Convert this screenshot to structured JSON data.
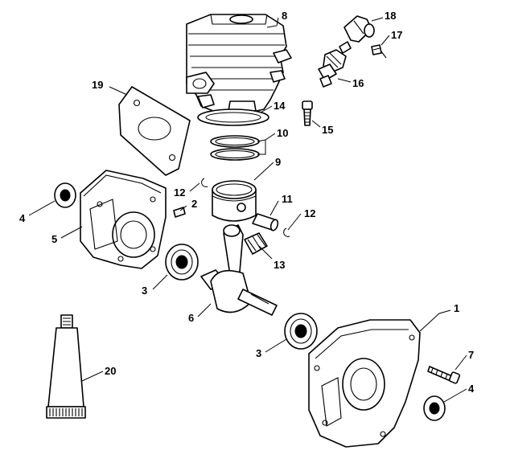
{
  "callouts": [
    {
      "id": "c1",
      "text": "1"
    },
    {
      "id": "c2",
      "text": "2"
    },
    {
      "id": "c3a",
      "text": "3"
    },
    {
      "id": "c3b",
      "text": "3"
    },
    {
      "id": "c4a",
      "text": "4"
    },
    {
      "id": "c4b",
      "text": "4"
    },
    {
      "id": "c5",
      "text": "5"
    },
    {
      "id": "c6",
      "text": "6"
    },
    {
      "id": "c7",
      "text": "7"
    },
    {
      "id": "c8",
      "text": "8"
    },
    {
      "id": "c9",
      "text": "9"
    },
    {
      "id": "c10",
      "text": "10"
    },
    {
      "id": "c11",
      "text": "11"
    },
    {
      "id": "c12a",
      "text": "12"
    },
    {
      "id": "c12b",
      "text": "12"
    },
    {
      "id": "c13",
      "text": "13"
    },
    {
      "id": "c14",
      "text": "14"
    },
    {
      "id": "c15",
      "text": "15"
    },
    {
      "id": "c16",
      "text": "16"
    },
    {
      "id": "c17",
      "text": "17"
    },
    {
      "id": "c18",
      "text": "18"
    },
    {
      "id": "c19",
      "text": "19"
    },
    {
      "id": "c20",
      "text": "20"
    }
  ],
  "colors": {
    "line": "#000000",
    "background": "#ffffff"
  }
}
